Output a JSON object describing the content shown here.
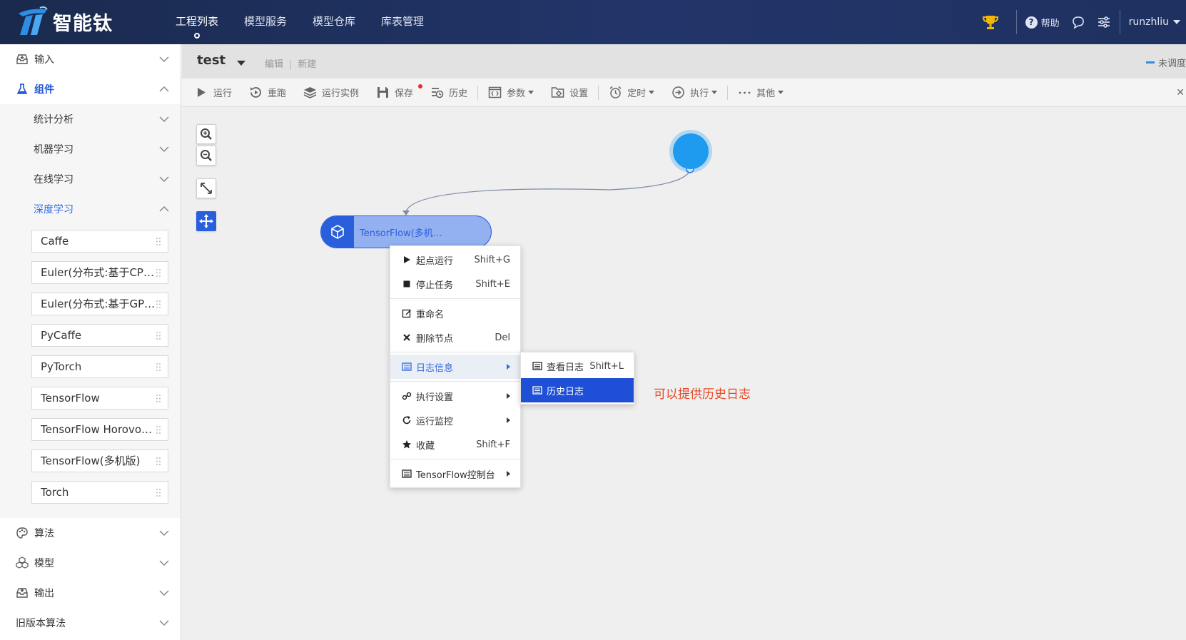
{
  "brand": {
    "name": "智能钛"
  },
  "nav": [
    {
      "label": "工程列表"
    },
    {
      "label": "模型服务"
    },
    {
      "label": "模型仓库"
    },
    {
      "label": "库表管理"
    }
  ],
  "topright": {
    "help": "帮助",
    "user": "runzhliu"
  },
  "sidebar": {
    "sections": [
      {
        "label": "输入"
      },
      {
        "label": "组件"
      },
      {
        "label": "算法"
      },
      {
        "label": "模型"
      },
      {
        "label": "输出"
      },
      {
        "label": "旧版本算法"
      }
    ],
    "sub": [
      {
        "label": "统计分析"
      },
      {
        "label": "机器学习"
      },
      {
        "label": "在线学习"
      },
      {
        "label": "深度学习"
      }
    ],
    "leaves": [
      "Caffe",
      "Euler(分布式:基于CP…",
      "Euler(分布式:基于GP…",
      "PyCaffe",
      "PyTorch",
      "TensorFlow",
      "TensorFlow Horovo…",
      "TensorFlow(多机版)",
      "Torch"
    ]
  },
  "editor": {
    "project": "test",
    "edit": "编辑",
    "create": "新建",
    "schedule_status": "未调度"
  },
  "toolbar": {
    "run": "运行",
    "rerun": "重跑",
    "instances": "运行实例",
    "save": "保存",
    "history": "历史",
    "params": "参数",
    "settings": "设置",
    "timer": "定时",
    "execute": "执行",
    "more": "其他"
  },
  "canvas": {
    "node_label": "TensorFlow(多机…"
  },
  "context_menu": {
    "start_run": "起点运行",
    "start_run_sc": "Shift+G",
    "stop": "停止任务",
    "stop_sc": "Shift+E",
    "rename": "重命名",
    "delete": "删除节点",
    "delete_sc": "Del",
    "log": "日志信息",
    "exec_settings": "执行设置",
    "monitor": "运行监控",
    "favorite": "收藏",
    "favorite_sc": "Shift+F",
    "tf_console": "TensorFlow控制台"
  },
  "log_submenu": {
    "view_log": "查看日志",
    "view_log_sc": "Shift+L",
    "history_log": "历史日志"
  },
  "annotation": "可以提供历史日志",
  "colors": {
    "primary": "#2a5fdc",
    "header": "#1a2a4e",
    "start_node": "#1e9bef",
    "annotation": "#e84a2a",
    "selected": "#1f4fd6"
  }
}
